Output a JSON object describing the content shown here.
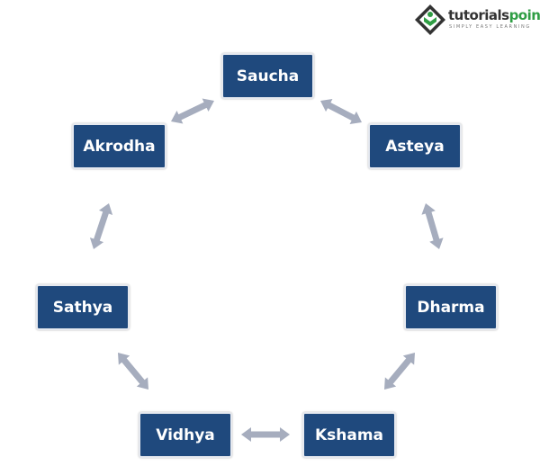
{
  "logo": {
    "name_a": "tutorials",
    "name_b": "point",
    "tagline": "SIMPLY EASY LEARNING"
  },
  "nodes": {
    "saucha": "Saucha",
    "akrodha": "Akrodha",
    "asteya": "Asteya",
    "sathya": "Sathya",
    "dharma": "Dharma",
    "vidhya": "Vidhya",
    "kshama": "Kshama"
  },
  "edges": [
    [
      "Saucha",
      "Akrodha"
    ],
    [
      "Saucha",
      "Asteya"
    ],
    [
      "Akrodha",
      "Sathya"
    ],
    [
      "Asteya",
      "Dharma"
    ],
    [
      "Sathya",
      "Vidhya"
    ],
    [
      "Dharma",
      "Kshama"
    ],
    [
      "Vidhya",
      "Kshama"
    ]
  ],
  "colors": {
    "node": "#1f497d",
    "arrow": "#a6adbe"
  }
}
